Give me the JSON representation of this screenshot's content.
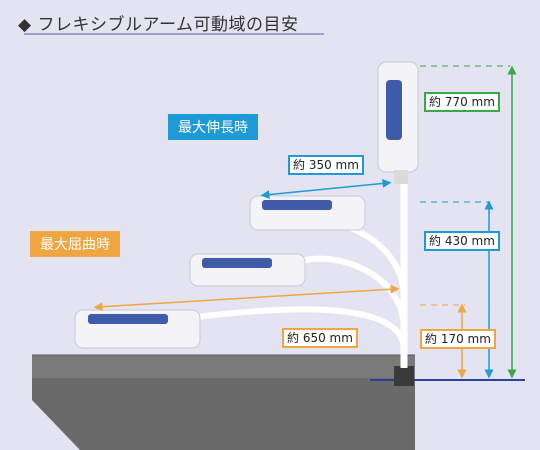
{
  "title": "◆ フレキシブルアーム可動域の目安",
  "labels": {
    "max_extension": "最大伸長時",
    "max_flex": "最大屈曲時",
    "reach_350": "約 350 mm",
    "reach_650": "約 650 mm",
    "height_770": "約 770 mm",
    "height_430": "約 430 mm",
    "height_170": "約 170 mm"
  },
  "colors": {
    "background": "#e3e3f1",
    "blue": "#1e9ad6",
    "orange": "#f0a640",
    "green": "#3aa845",
    "table": "#6e6e6e"
  }
}
